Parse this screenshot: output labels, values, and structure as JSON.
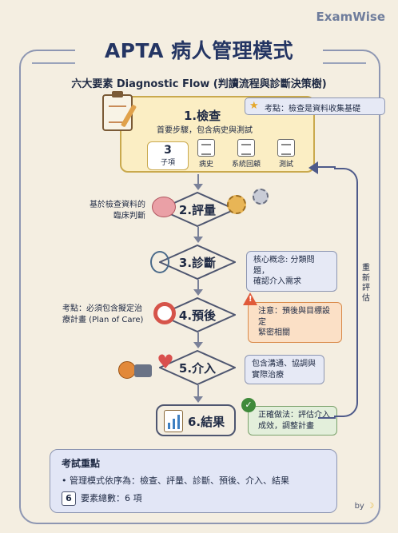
{
  "brand": "ExamWise",
  "title": "APTA 病人管理模式",
  "subtitle": "六大要素 Diagnostic Flow (判讀流程與診斷決策樹)",
  "note_exam": "考點：檢查是資料收集基礎",
  "steps": [
    {
      "label": "1.檢查",
      "desc": "首要步驟，包含病史與測試"
    },
    {
      "label": "2.評量"
    },
    {
      "label": "3.診斷"
    },
    {
      "label": "4.預後"
    },
    {
      "label": "5.介入"
    },
    {
      "label": "6.結果"
    }
  ],
  "step1_count": {
    "number": "3",
    "caption": "子項"
  },
  "step1_items": [
    "病史",
    "系統回顧",
    "測試"
  ],
  "side_notes": {
    "evaluation": "基於檢查資料的\n臨床判斷",
    "prognosis": "考點：必須包含擬定治\n療計畫 (Plan of Care)"
  },
  "box_notes": {
    "diagnosis": "核心概念: 分類問題，\n確認介入需求",
    "prognosis_warn": "注意：預後與目標設定\n緊密相關",
    "intervention": "包含溝通、協調與\n實際治療",
    "outcome": "正確做法：評估介入\n成效，調整計畫"
  },
  "feedback_label": "重\n新\n評\n估",
  "summary": {
    "title": "考試重點",
    "bullet": "管理模式依序為：檢查、評量、診斷、預後、介入、結果",
    "count_num": "6",
    "count_text": "要素總數：6 項"
  },
  "byline": "by"
}
